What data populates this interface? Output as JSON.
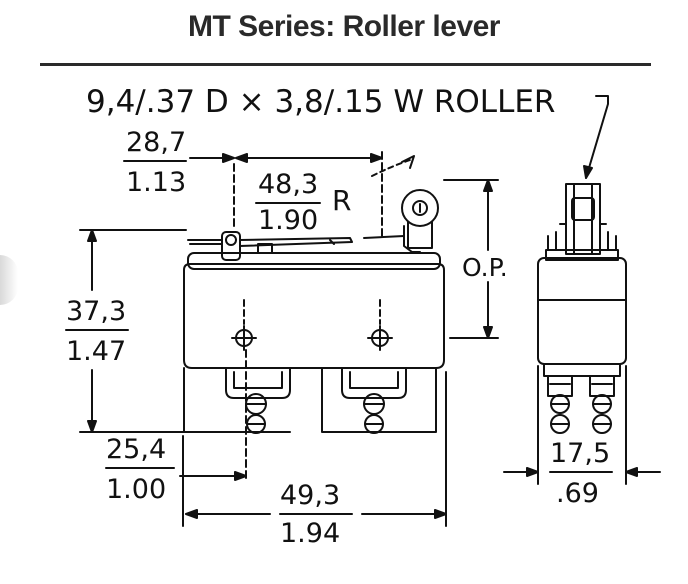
{
  "title": "MT Series: Roller lever",
  "roller_note": "9,4/.37 D × 3,8/.15 W ROLLER",
  "dims": {
    "d1_mm": "28,7",
    "d1_in": "1.13",
    "d2_mm": "48,3",
    "d2_in": "1.90",
    "radius_label": "R",
    "op_label": "O.P.",
    "d3_mm": "37,3",
    "d3_in": "1.47",
    "d4_mm": "25,4",
    "d4_in": "1.00",
    "d5_mm": "49,3",
    "d5_in": "1.94",
    "d6_mm": "17,5",
    "d6_in": ".69"
  }
}
